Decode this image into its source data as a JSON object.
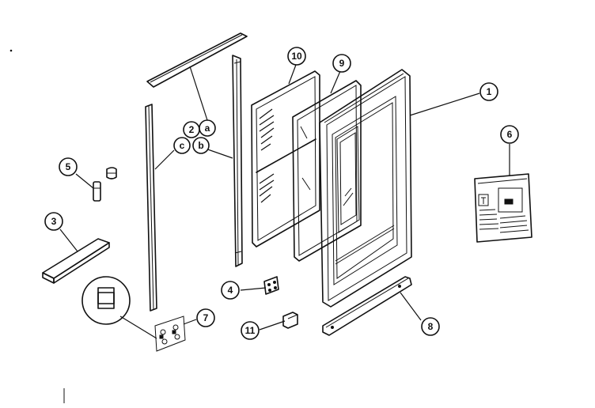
{
  "callouts": {
    "c1": "1",
    "c2": "2",
    "ca": "a",
    "cb": "b",
    "cc": "c",
    "c3": "3",
    "c4": "4",
    "c5": "5",
    "c6": "6",
    "c7": "7",
    "c8": "8",
    "c9": "9",
    "c10": "10",
    "c11": "11"
  }
}
